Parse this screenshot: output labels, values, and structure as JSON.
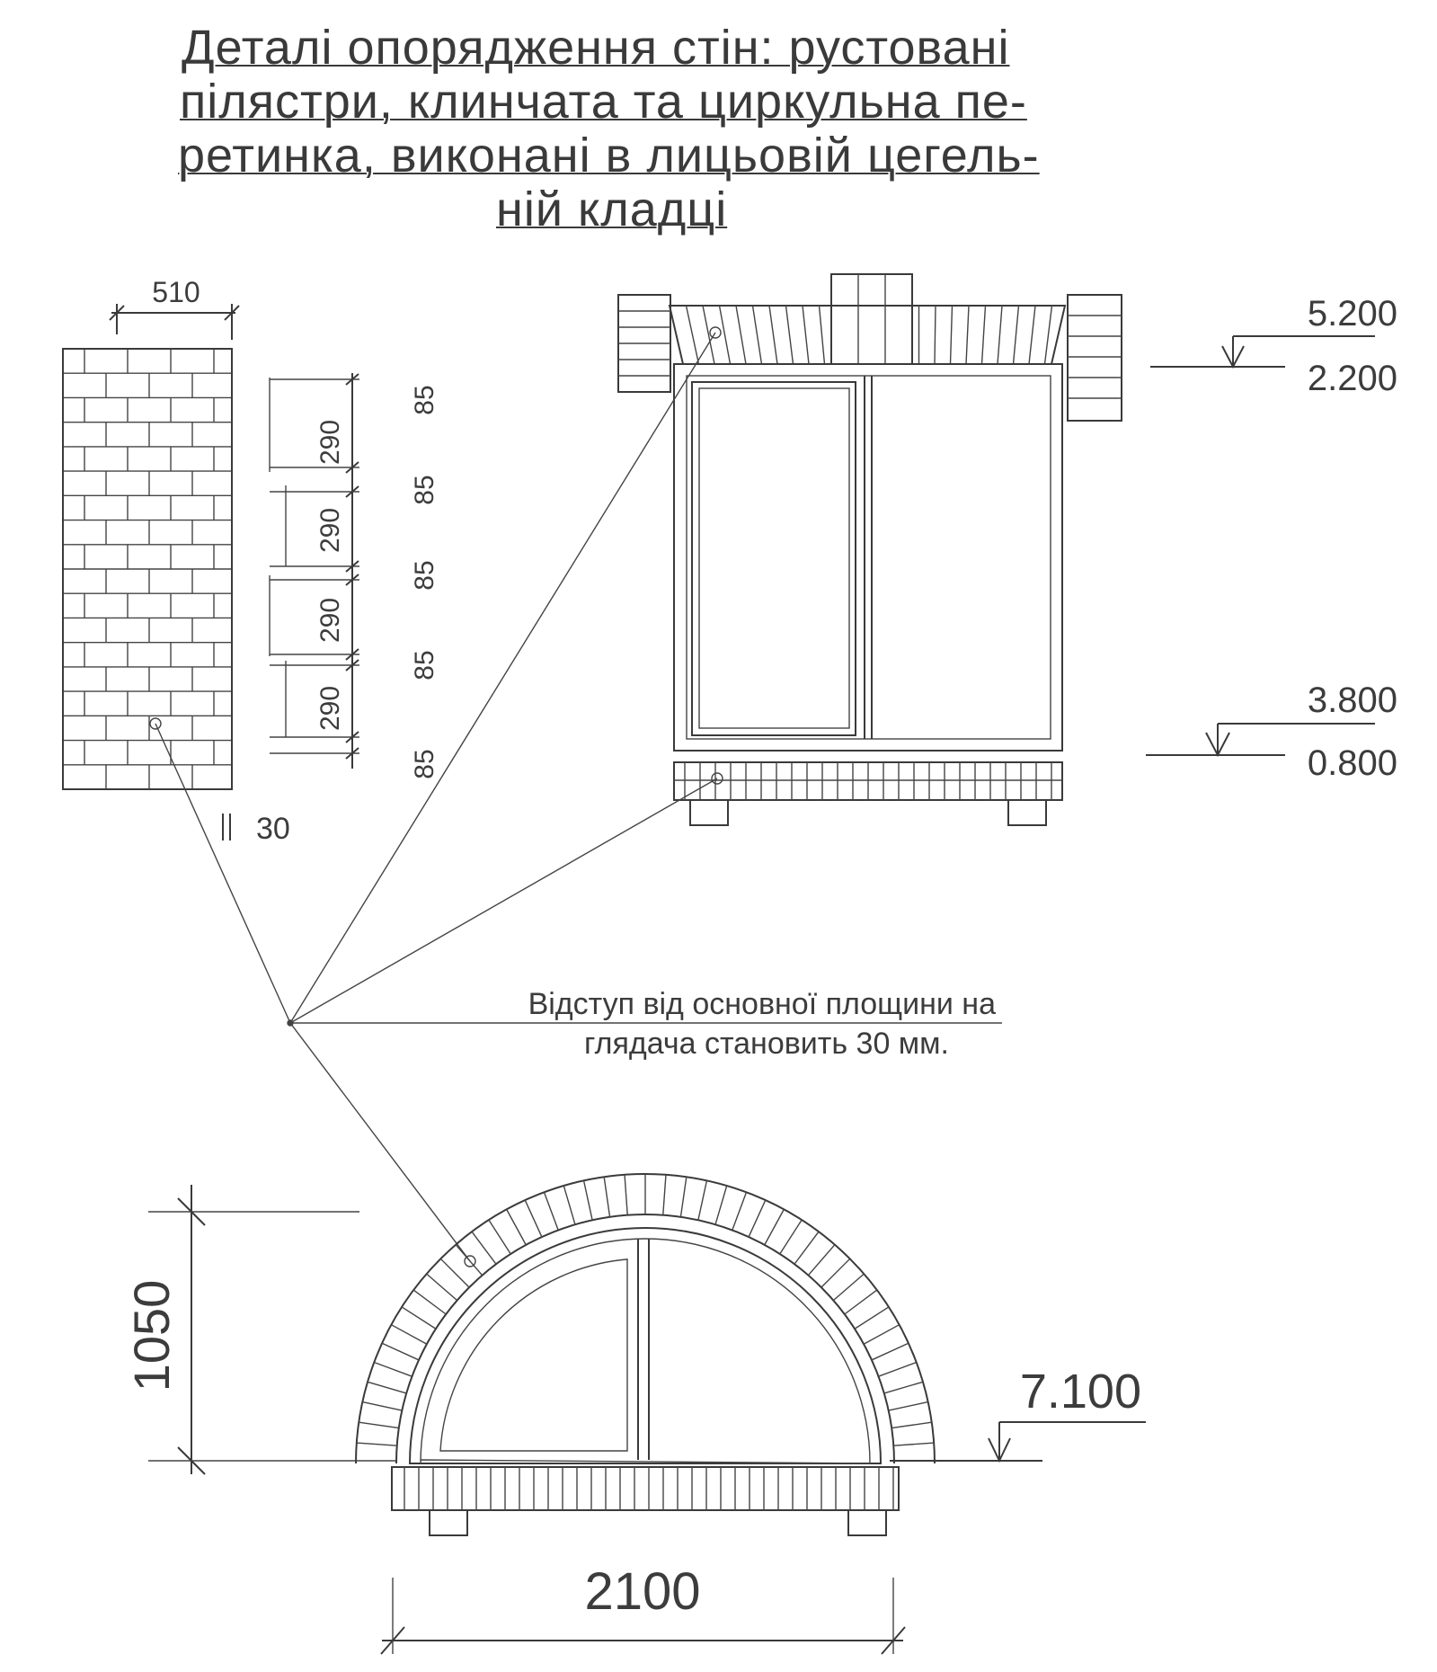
{
  "title": {
    "line1": "Деталі опорядження стін: рустовані",
    "line2": "пілястри, клинчата та циркульна пе-",
    "line3": "ретинка, виконані в лицьовій цегель-",
    "line4": "ній кладці"
  },
  "pilaster": {
    "width_label": "510",
    "rustication_labels": [
      "85",
      "85",
      "85",
      "85",
      "85"
    ],
    "course_labels": [
      "290",
      "290",
      "290",
      "290"
    ],
    "projection_label": "30"
  },
  "window": {
    "level_top_upper": "5.200",
    "level_top_lower": "2.200",
    "level_bottom_upper": "3.800",
    "level_bottom_lower": "0.800"
  },
  "note": {
    "line1": "Відступ від основної площини на",
    "line2": "глядача становить 30 мм."
  },
  "arch": {
    "height_label": "1050",
    "width_label": "2100",
    "level_label": "7.100"
  }
}
